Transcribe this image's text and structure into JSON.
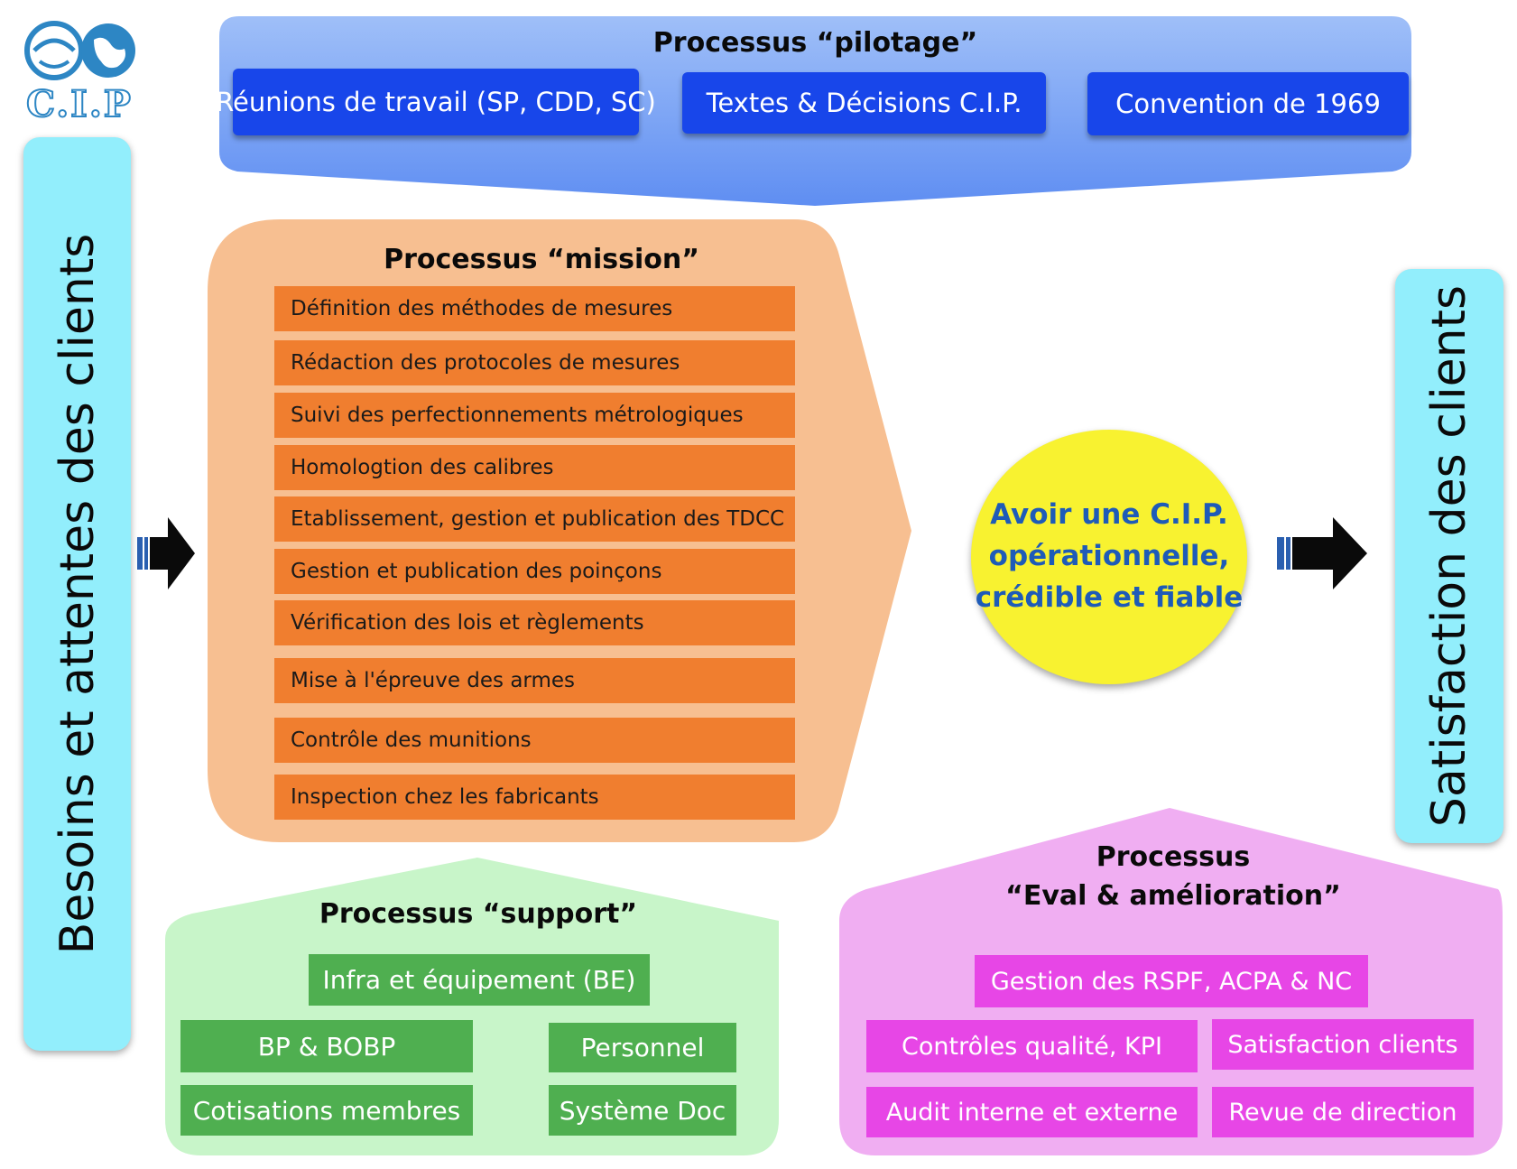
{
  "logo": {
    "text": "C.I.P"
  },
  "left_bar": {
    "label": "Besoins et attentes des clients"
  },
  "right_bar": {
    "label": "Satisfaction des clients"
  },
  "pilotage": {
    "title": "Processus “pilotage”",
    "items": [
      "Réunions de travail (SP, CDD, SC)",
      "Textes & Décisions C.I.P.",
      "Convention de 1969"
    ]
  },
  "mission": {
    "title": "Processus “mission”",
    "items": [
      "Définition des méthodes de mesures",
      "Rédaction des protocoles de mesures",
      "Suivi des perfectionnements métrologiques",
      "Homologtion des calibres",
      "Etablissement, gestion et publication des TDCC",
      "Gestion et publication des poinçons",
      "Vérification des lois et règlements",
      "Mise à l'épreuve des armes",
      "Contrôle des munitions",
      "Inspection chez les fabricants"
    ]
  },
  "goal": {
    "lines": [
      "Avoir une C.I.P.",
      "opérationnelle,",
      "crédible et fiable"
    ]
  },
  "support": {
    "title": "Processus “support”",
    "items": [
      "Infra et équipement (BE)",
      "BP & BOBP",
      "Personnel",
      "Cotisations membres",
      "Système Doc"
    ]
  },
  "eval": {
    "title_line1": "Processus",
    "title_line2": "“Eval & amélioration”",
    "items": [
      "Gestion des RSPF, ACPA & NC",
      "Contrôles qualité, KPI",
      "Satisfaction clients",
      "Audit interne et externe",
      "Revue de direction"
    ]
  },
  "colors": {
    "pilotage_bg": "#6f9ef5",
    "pilotage_box": "#1846ea",
    "mission_bg": "#f7bf91",
    "mission_box": "#f07e2f",
    "goal": "#f8f230",
    "goal_text": "#1e5bb8",
    "side_bar": "#92eefc",
    "support_bg": "#c8f5c9",
    "support_box": "#4faf50",
    "eval_bg": "#f0aef2",
    "eval_box": "#e746e6"
  }
}
